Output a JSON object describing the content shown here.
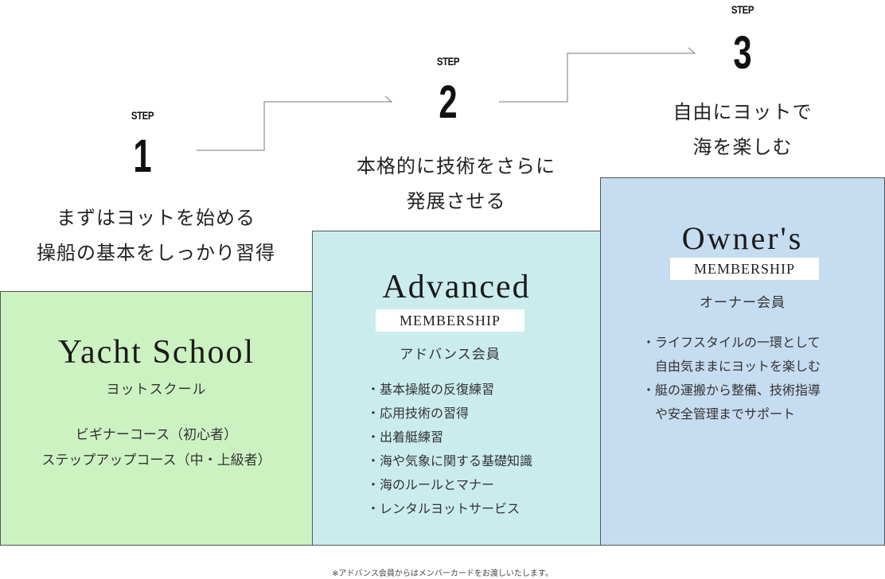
{
  "steps": [
    {
      "label": "STEP",
      "number": "1",
      "tagline": [
        "まずはヨットを始める",
        "操船の基本をしっかり習得"
      ]
    },
    {
      "label": "STEP",
      "number": "2",
      "tagline": [
        "本格的に技術をさらに",
        "発展させる"
      ]
    },
    {
      "label": "STEP",
      "number": "3",
      "tagline": [
        "自由にヨットで",
        "海を楽しむ"
      ]
    }
  ],
  "yacht_school": {
    "title": "Yacht School",
    "subtitle": "ヨットスクール",
    "courses": [
      "ビギナーコース（初心者）",
      "ステップアップコース（中・上級者）"
    ],
    "color": "#cdf2c2"
  },
  "advanced": {
    "title": "Advanced",
    "membership": "MEMBERSHIP",
    "subtitle": "アドバンス会員",
    "items": [
      "・基本操艇の反復練習",
      "・応用技術の習得",
      "・出着艇練習",
      "・海や気象に関する基礎知識",
      "・海のルールとマナー",
      "・レンタルヨットサービス"
    ],
    "color": "#cbeced"
  },
  "owners": {
    "title": "Owner's",
    "membership": "MEMBERSHIP",
    "subtitle": "オーナー会員",
    "items": [
      {
        "line1": "・ライフスタイルの一環として",
        "line2": "自由気ままにヨットを楽しむ"
      },
      {
        "line1": "・艇の運搬から整備、技術指導",
        "line2": "や安全管理までサポート"
      }
    ],
    "color": "#c6dcf0"
  },
  "footnote": "※アドバンス会員からはメンバーカードをお渡しいたします。"
}
